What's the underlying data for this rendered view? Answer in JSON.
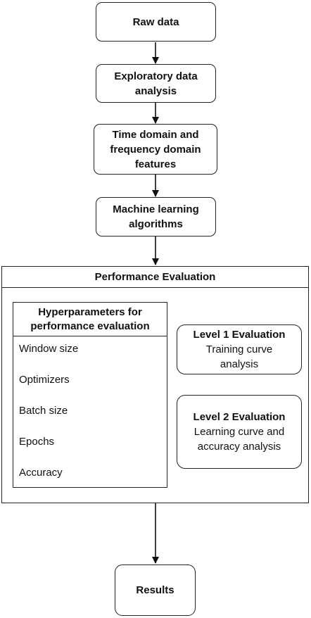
{
  "diagram": {
    "nodes": {
      "raw_data": "Raw data",
      "eda": "Exploratory data analysis",
      "features": "Time domain and frequency domain features",
      "ml": "Machine learning algorithms",
      "results": "Results"
    },
    "performance_evaluation": {
      "title": "Performance Evaluation",
      "hyperparameters": {
        "title": "Hyperparameters for performance evaluation",
        "items": [
          "Window size",
          "Optimizers",
          "Batch size",
          "Epochs",
          "Accuracy"
        ]
      },
      "level1": {
        "title": "Level 1 Evaluation",
        "description": "Training curve analysis"
      },
      "level2": {
        "title": "Level 2 Evaluation",
        "description": "Learning curve and accuracy analysis"
      }
    }
  },
  "colors": {
    "stroke": "#222222",
    "background": "#ffffff",
    "text": "#111111"
  }
}
